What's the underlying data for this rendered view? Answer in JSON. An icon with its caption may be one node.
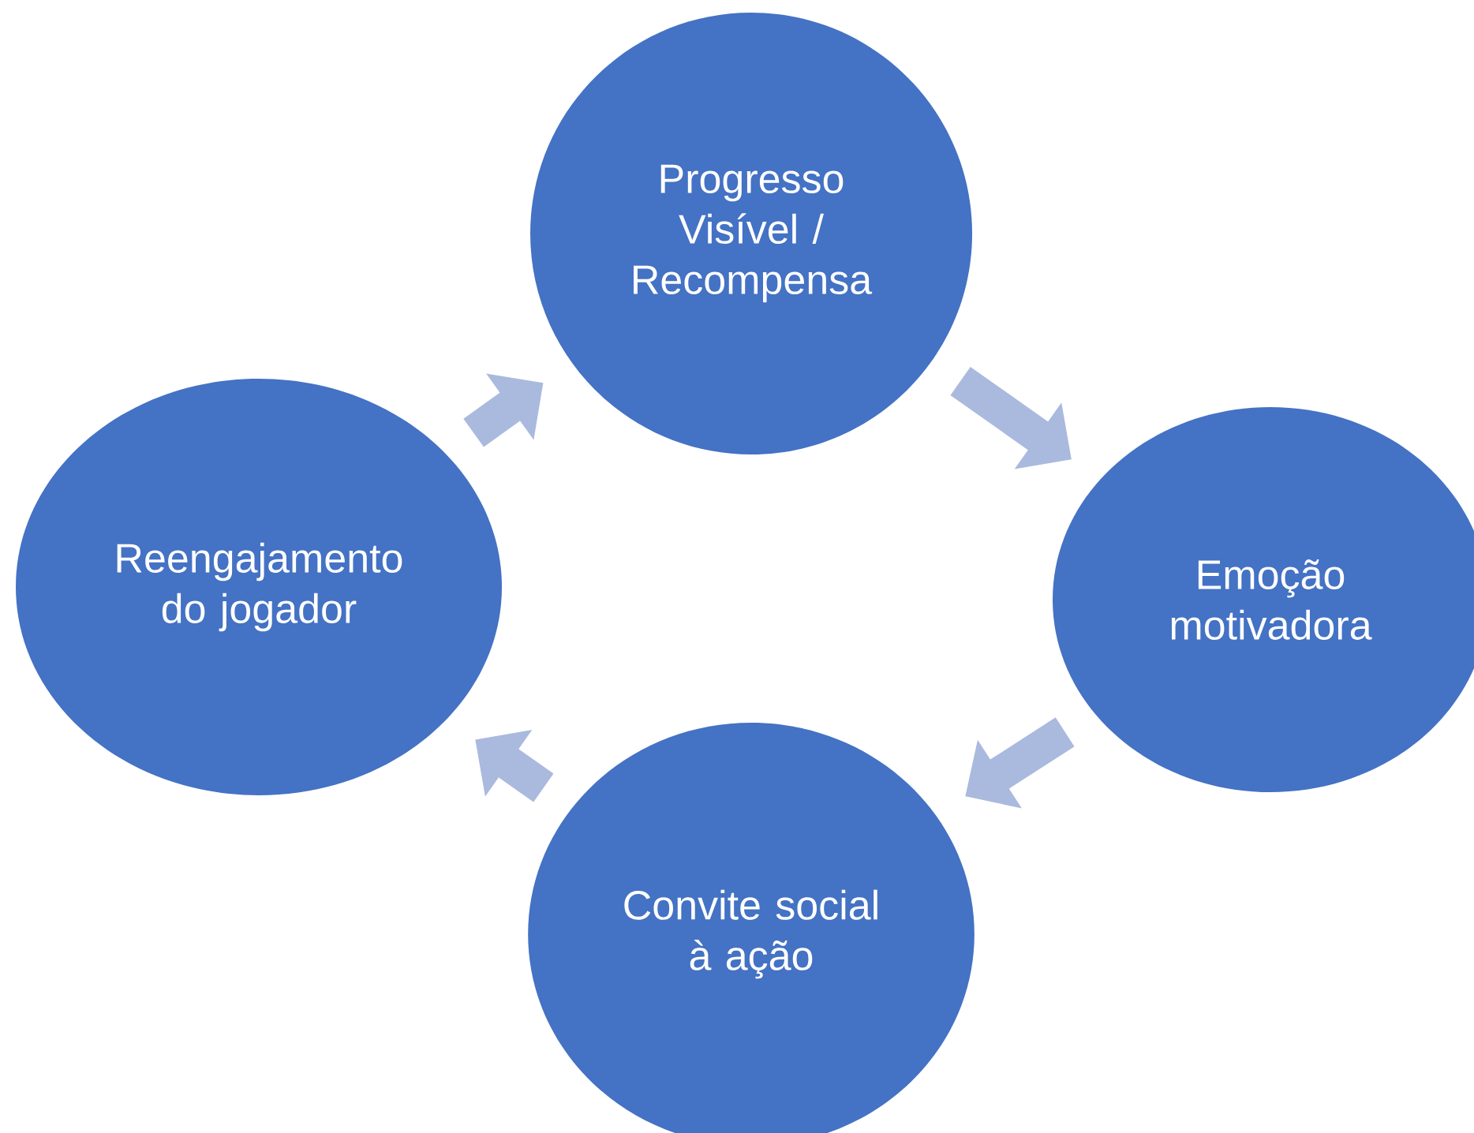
{
  "diagram": {
    "nodes": [
      {
        "text": [
          "Progresso Visível / Recompensa"
        ]
      },
      {
        "text": [
          "Emoção motivadora"
        ]
      },
      {
        "text": [
          "Convite social à ação"
        ]
      },
      {
        "text": [
          "Reengajamento do jogador"
        ]
      }
    ],
    "edges": [
      {
        "from": 0,
        "to": 1,
        "arrow": "to"
      },
      {
        "from": 1,
        "to": 2,
        "arrow": "to"
      },
      {
        "from": 2,
        "to": 3,
        "arrow": "to"
      },
      {
        "from": 3,
        "to": 0,
        "arrow": "to"
      }
    ]
  }
}
